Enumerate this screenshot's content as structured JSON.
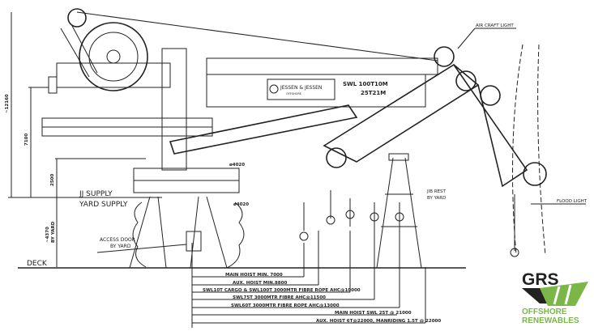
{
  "dimensions": {
    "overall_height": "~12160",
    "pedestal_height": "7100",
    "platform_height": "2500",
    "deck_height": "~4370",
    "deck_height_note": "BY YARD"
  },
  "labels": {
    "jj_supply": "JJ SUPPLY",
    "yard_supply": "YARD SUPPLY",
    "access_door": "ACCESS DOOR",
    "access_door_note": "BY YARD",
    "deck": "DECK",
    "diameter_top": "ø4020",
    "diameter_bottom": "ø4020",
    "swl_line1": "SWL 100T10M",
    "swl_line2": "25T21M",
    "aircraft_light": "AIR CRAFT LIGHT",
    "jib_rest": "JIB REST",
    "jib_rest_note": "BY YARD",
    "flood_light": "FLOOD LIGHT"
  },
  "manufacturer_plate": {
    "name": "JESSEN & JESSEN",
    "sub": "OFFSHORE"
  },
  "reach_dimensions": [
    "MAIN HOIST MIN. 7000",
    "AUX. HOIST MIN.8800",
    "SWL10T CARGO & SWL100T 3000MTR FIBRE ROPE AHC@10000",
    "SWL75T 3000MTR FIBRE AHC@11500",
    "SWL60T 3000MTR FIBRE ROPE AHC@13000",
    "MAIN HOIST SWL 25T @ 21000",
    "AUX. HOIST 6T@22000, MANRIDING 1.5T @ 22000"
  ],
  "logo": {
    "brand": "GRS",
    "line1": "OFFSHORE",
    "line2": "RENEWABLES",
    "green": "#7ab648",
    "dark": "#222222"
  }
}
